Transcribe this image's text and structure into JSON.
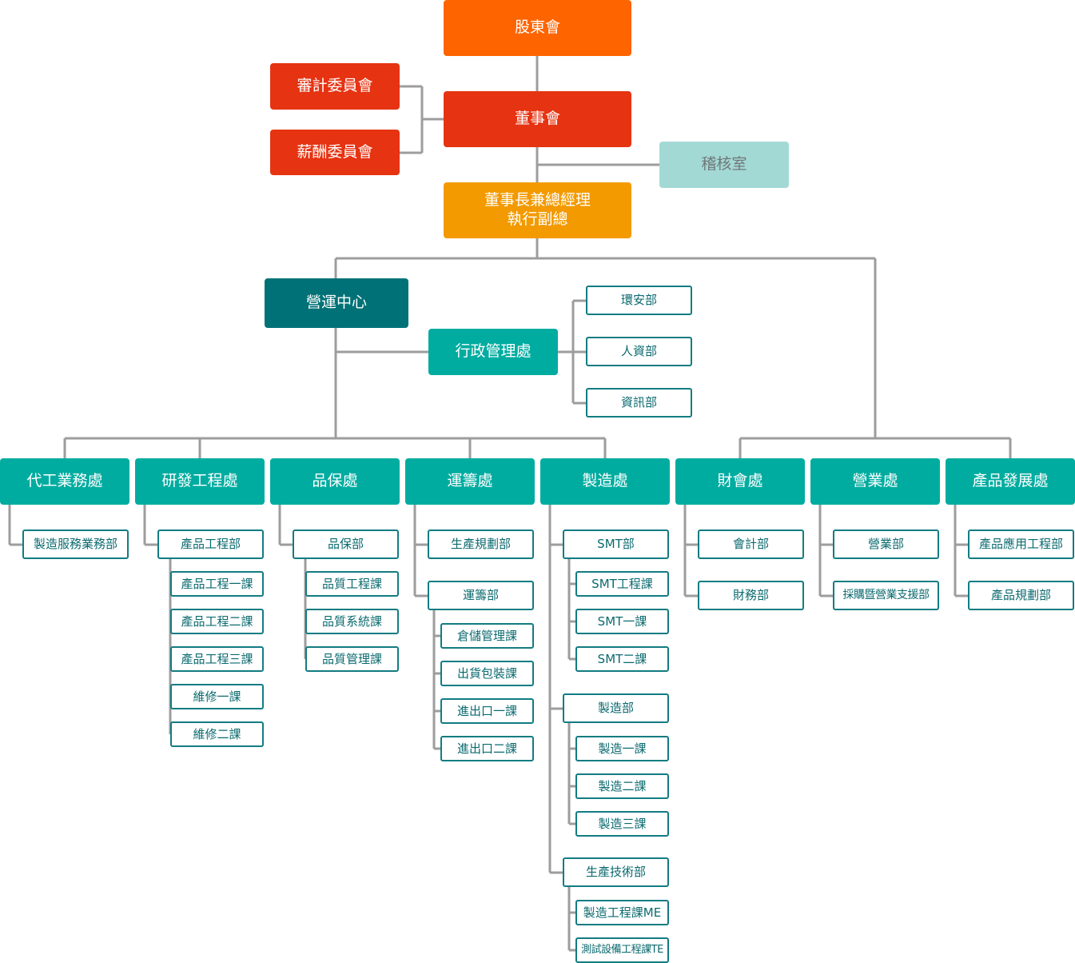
{
  "colors": {
    "shareholders": "#fe6400",
    "board": "#e63312",
    "president": "#f39a00",
    "audit": "#a3d9d5",
    "operations_center": "#007277",
    "division": "#00aca0",
    "sub_border": "#137c82",
    "connector": "#9d9d9d"
  },
  "top": {
    "shareholders": "股東會",
    "board": "董事會",
    "audit_committee": "審計委員會",
    "compensation_committee": "薪酬委員會",
    "audit_office": "稽核室",
    "chairman_line1": "董事長兼總經理",
    "chairman_line2": "執行副總"
  },
  "operations_center": "營運中心",
  "admin": {
    "label": "行政管理處",
    "units": [
      "環安部",
      "人資部",
      "資訊部"
    ]
  },
  "divisions": {
    "oem": {
      "label": "代工業務處",
      "units": [
        "製造服務業務部"
      ]
    },
    "rd": {
      "label": "研發工程處",
      "dept": "產品工程部",
      "sections": [
        "產品工程一課",
        "產品工程二課",
        "產品工程三課",
        "維修一課",
        "維修二課"
      ]
    },
    "qa": {
      "label": "品保處",
      "dept": "品保部",
      "sections": [
        "品質工程課",
        "品質系統課",
        "品質管理課"
      ]
    },
    "logistics": {
      "label": "運籌處",
      "planning": "生產規劃部",
      "dept": "運籌部",
      "sections": [
        "倉儲管理課",
        "出貨包裝課",
        "進出口一課",
        "進出口二課"
      ]
    },
    "mfg": {
      "label": "製造處",
      "smt": {
        "label": "SMT部",
        "sections": [
          "SMT工程課",
          "SMT一課",
          "SMT二課"
        ]
      },
      "production": {
        "label": "製造部",
        "sections": [
          "製造一課",
          "製造二課",
          "製造三課"
        ]
      },
      "tech": {
        "label": "生產技術部",
        "sections": [
          "製造工程課ME",
          "測試設備工程課TE"
        ]
      }
    },
    "finance": {
      "label": "財會處",
      "units": [
        "會計部",
        "財務部"
      ]
    },
    "sales": {
      "label": "營業處",
      "units": [
        "營業部",
        "採購暨營業支援部"
      ]
    },
    "product_dev": {
      "label": "產品發展處",
      "units": [
        "產品應用工程部",
        "產品規劃部"
      ]
    }
  }
}
